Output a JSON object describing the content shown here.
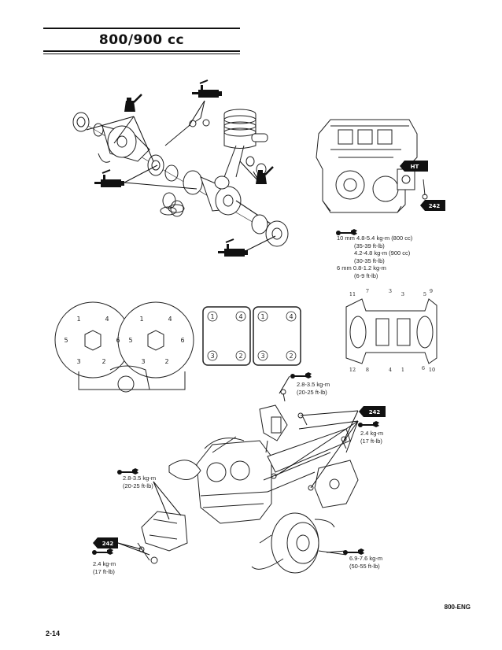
{
  "header": {
    "title": "800/900 cc"
  },
  "specs": {
    "head_bolt": {
      "line1": "10 mm  4.8-5.4 kg-m (800 cc)",
      "line2": "(35-39 ft-lb)",
      "line3": "4.2-4.8 kg-m (900 cc)",
      "line4": "(30-35 ft-lb)",
      "line5": "6 mm    0.8-1.2 kg-m",
      "line6": "(6-9 ft-lb)"
    },
    "top_mount": {
      "line1": "2.8-3.5 kg-m",
      "line2": "(20-25 ft-lb)"
    },
    "right_mount": {
      "line1": "2.4 kg-m",
      "line2": "(17 ft-lb)"
    },
    "left_mount": {
      "line1": "2.8-3.5 kg-m",
      "line2": "(20-25 ft-lb)"
    },
    "bottom_left": {
      "line1": "2.4 kg-m",
      "line2": "(17 ft-lb)"
    },
    "clutch": {
      "line1": "6.9-7.6 kg-m",
      "line2": "(50-55 ft-lb)"
    }
  },
  "badges": {
    "ht": "HT",
    "loc1": "242",
    "loc2": "242",
    "loc3": "242"
  },
  "sequence": {
    "head_left": [
      "1",
      "4",
      "5",
      "6",
      "3",
      "2"
    ],
    "head_right": [
      "1",
      "4",
      "5",
      "6",
      "3",
      "2"
    ],
    "cyl_left": [
      "1",
      "4",
      "3",
      "2"
    ],
    "cyl_right": [
      "1",
      "4",
      "3",
      "2"
    ],
    "case_top": [
      "11",
      "7",
      "3",
      "3",
      "5",
      "9"
    ],
    "case_bottom": [
      "12",
      "8",
      "4",
      "1",
      "6",
      "10"
    ]
  },
  "footer": {
    "code": "800-ENG",
    "page": "2-14"
  },
  "icons": {
    "wrench": "wrench-icon",
    "oil_can": "oil-can-icon",
    "grease_gun": "grease-gun-icon"
  }
}
